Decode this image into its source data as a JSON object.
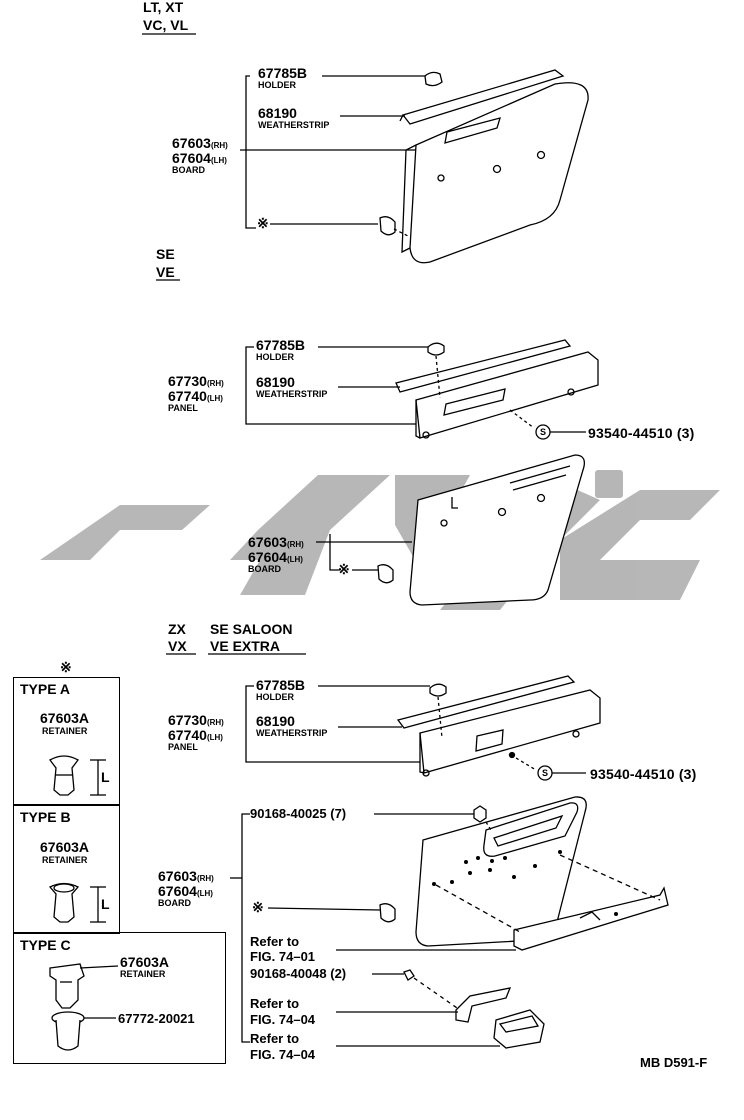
{
  "variants": {
    "lt_xt": "LT, XT",
    "vc_vl": "VC, VL",
    "se": "SE",
    "ve": "VE",
    "zx": "ZX",
    "vx": "VX",
    "se_saloon": "SE SALOON",
    "ve_extra": "VE EXTRA"
  },
  "parts": {
    "holder_no": "67785B",
    "holder_desc": "HOLDER",
    "weatherstrip_no": "68190",
    "weatherstrip_desc": "WEATHERSTRIP",
    "board_rh": "67603",
    "board_lh": "67604",
    "rh_tag": "(RH)",
    "lh_tag": "(LH)",
    "board_desc": "BOARD",
    "panel_rh": "67730",
    "panel_lh": "67740",
    "panel_desc": "PANEL",
    "screw_no": "93540-44510 (3)",
    "bolt1_no": "90168-40025 (7)",
    "bolt2_no": "90168-40048 (2)",
    "ref1_a": "Refer to",
    "ref1_b": "FIG. 74–01",
    "ref2_a": "Refer to",
    "ref2_b": "FIG. 74–04",
    "ref3_a": "Refer to",
    "ref3_b": "FIG. 74–04",
    "clip_mark": "※",
    "screw_mark": "S"
  },
  "retainer_types": {
    "type_a": "TYPE A",
    "type_b": "TYPE B",
    "type_c": "TYPE C",
    "retainer_no": "67603A",
    "retainer_desc": "RETAINER",
    "dim_label": "L",
    "grommet_no": "67772-20021"
  },
  "watermark_text": "كارجو",
  "footer_code": "MB D591-F",
  "colors": {
    "ink": "#000000",
    "watermark": "#b3b3b3"
  }
}
